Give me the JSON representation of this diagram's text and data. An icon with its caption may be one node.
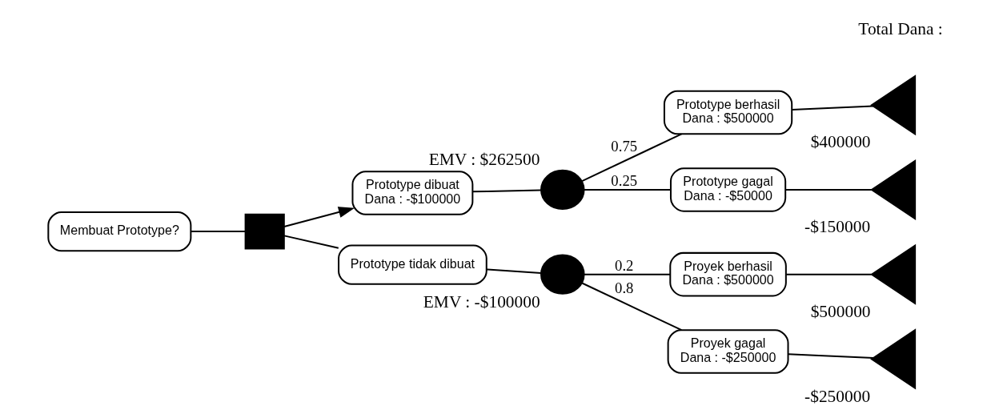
{
  "diagram": {
    "nodes": [
      {
        "text": [
          "Membuat Prototype?"
        ]
      },
      {
        "text": [],
        "shape": "box"
      },
      {
        "text": [
          "Prototype dibuat",
          "Dana : -$100000"
        ]
      },
      {
        "text": [
          "Prototype tidak dibuat"
        ]
      },
      {
        "text": [],
        "shape": "circle",
        "beside": [
          "EMV : $262500"
        ]
      },
      {
        "text": [],
        "shape": "circle",
        "beside": [
          "EMV : -$100000"
        ]
      },
      {
        "text": [
          "Prototype berhasil",
          "Dana : $500000"
        ]
      },
      {
        "text": [
          "Prototype gagal",
          "Dana : -$50000"
        ]
      },
      {
        "text": [
          "Proyek berhasil",
          "Dana : $500000"
        ]
      },
      {
        "text": [
          "Proyek gagal",
          "Dana : -$250000"
        ]
      },
      {
        "text": [],
        "shape": "triangle",
        "beside": [
          "$400000"
        ]
      },
      {
        "text": [],
        "shape": "triangle",
        "beside": [
          "-$150000"
        ]
      },
      {
        "text": [],
        "shape": "triangle",
        "beside": [
          "$500000"
        ]
      },
      {
        "text": [],
        "shape": "triangle",
        "beside": [
          "-$250000"
        ]
      }
    ],
    "edges": [
      {
        "from": 0,
        "to": 1,
        "arrow": "none"
      },
      {
        "from": 1,
        "to": 2,
        "arrow": "to"
      },
      {
        "from": 1,
        "to": 3,
        "arrow": "none"
      },
      {
        "from": 2,
        "to": 4,
        "arrow": "none"
      },
      {
        "from": 3,
        "to": 5,
        "arrow": "none"
      },
      {
        "from": 4,
        "to": 6,
        "arrow": "none",
        "label": "0.75"
      },
      {
        "from": 4,
        "to": 7,
        "arrow": "none",
        "label": "0.25"
      },
      {
        "from": 5,
        "to": 8,
        "arrow": "none",
        "label": "0.2"
      },
      {
        "from": 5,
        "to": 9,
        "arrow": "none",
        "label": "0.8"
      },
      {
        "from": 6,
        "to": 10,
        "arrow": "none"
      },
      {
        "from": 7,
        "to": 11,
        "arrow": "none"
      },
      {
        "from": 8,
        "to": 12,
        "arrow": "none"
      },
      {
        "from": 9,
        "to": 13,
        "arrow": "none"
      }
    ],
    "labels": [
      "Total Dana :"
    ]
  }
}
